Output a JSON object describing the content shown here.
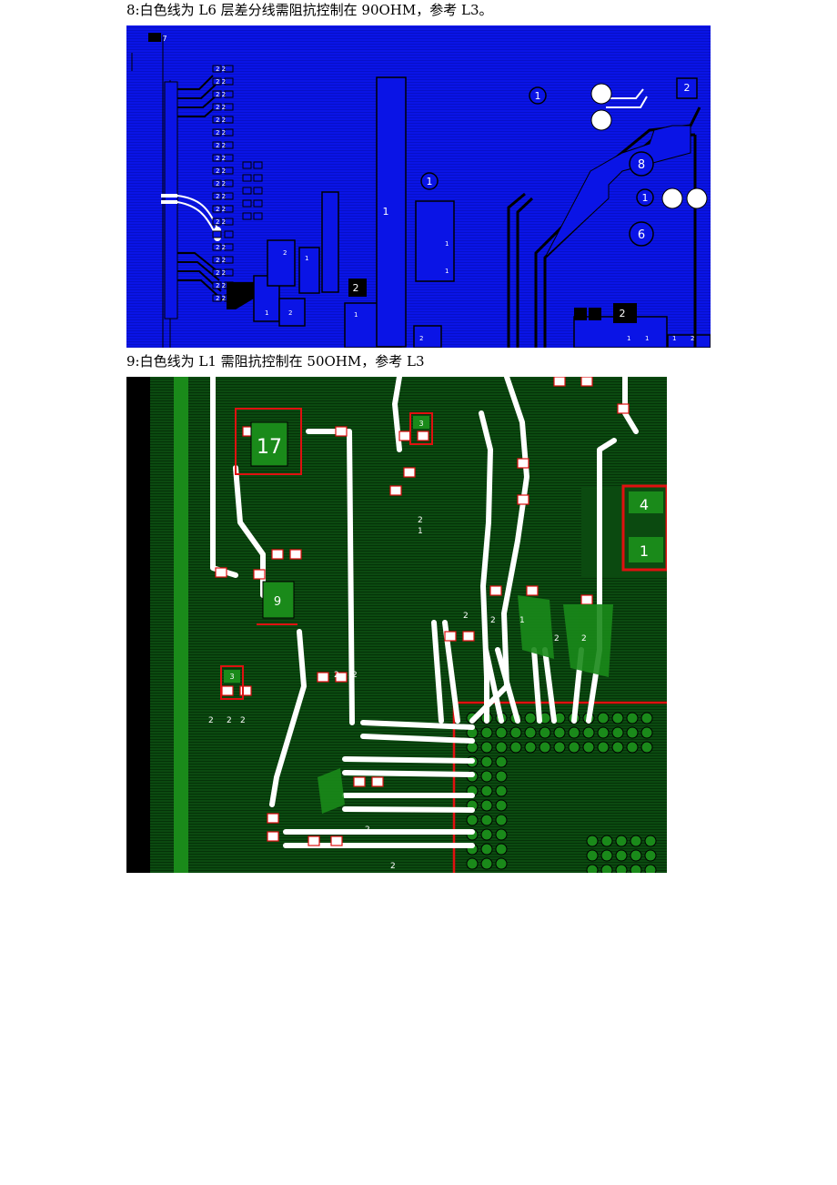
{
  "captions": {
    "fig8": "8:白色线为 L6 层差分线需阻抗控制在 90OHM，参考 L3。",
    "fig9": "9:白色线为 L1 需阻抗控制在 50OHM，参考 L3"
  },
  "figure8": {
    "background_color": "#0a14e6",
    "component_labels": [
      "1",
      "2",
      "8",
      "6",
      "1",
      "1",
      "2",
      "1",
      "2",
      "7"
    ]
  },
  "figure9": {
    "background_color": "#0b4a10",
    "component_labels": [
      "17",
      "9",
      "4",
      "1",
      "3",
      "3"
    ]
  },
  "colors": {
    "trace": "#ffffff",
    "pad_outline": "#e01010",
    "copper_green": "#1a8a1a"
  }
}
